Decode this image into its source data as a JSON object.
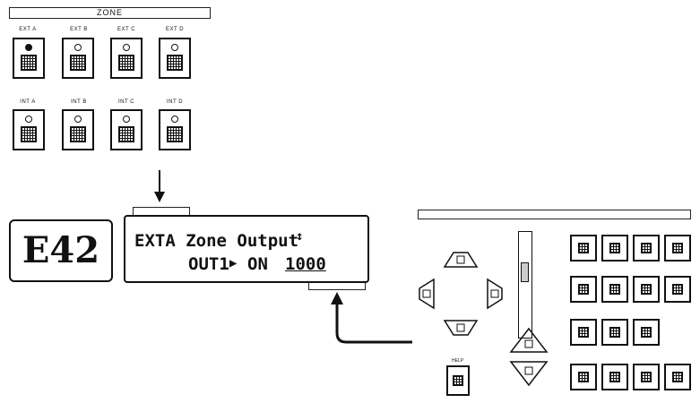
{
  "zone": {
    "title": "ZONE",
    "ext_buttons": [
      {
        "label": "EXT A",
        "active": true
      },
      {
        "label": "EXT B",
        "active": false
      },
      {
        "label": "EXT C",
        "active": false
      },
      {
        "label": "EXT D",
        "active": false
      }
    ],
    "int_buttons": [
      {
        "label": "INT A",
        "active": false
      },
      {
        "label": "INT B",
        "active": false
      },
      {
        "label": "INT C",
        "active": false
      },
      {
        "label": "INT D",
        "active": false
      }
    ]
  },
  "display": {
    "preset_code": "E42",
    "line1": "EXTA Zone Output",
    "line1_symbol": "↕",
    "line2_output": "OUT1",
    "line2_arrow": "▶",
    "line2_state": "ON",
    "line2_value": "1000"
  },
  "panel": {
    "title": "",
    "help_label": "HELP"
  }
}
